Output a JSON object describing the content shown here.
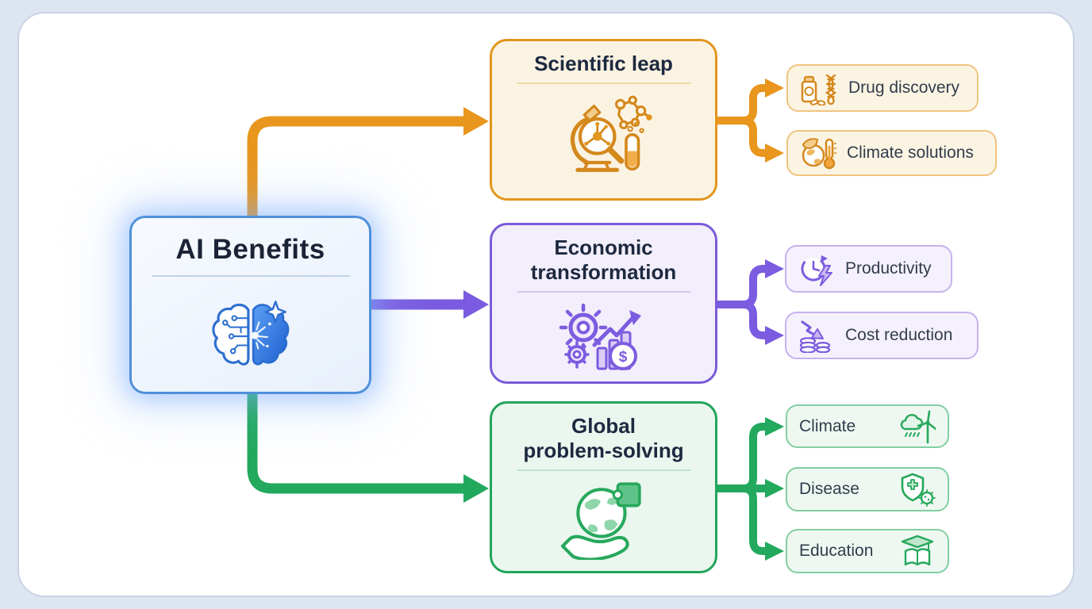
{
  "root": {
    "title": "AI Benefits",
    "icon": "ai-brain-icon",
    "border_color": "#4f90da",
    "glow_color": "#9cc2fa"
  },
  "branches": [
    {
      "title_lines": [
        "Scientific leap"
      ],
      "icon": "microscope-molecule-icon",
      "accent": "#e2961e",
      "fill": "#fbf3e2",
      "children": [
        {
          "label": "Drug discovery",
          "icon": "pill-bottle-dna-icon"
        },
        {
          "label": "Climate solutions",
          "icon": "globe-leaf-thermometer-icon"
        }
      ]
    },
    {
      "title_lines": [
        "Economic",
        "transformation"
      ],
      "icon": "gears-growth-chart-icon",
      "accent": "#7b5bd8",
      "fill": "#f3eefb",
      "children": [
        {
          "label": "Productivity",
          "icon": "clock-lightning-icon"
        },
        {
          "label": "Cost reduction",
          "icon": "coins-down-arrow-icon"
        }
      ]
    },
    {
      "title_lines": [
        "Global",
        "problem-solving"
      ],
      "icon": "hand-globe-puzzle-icon",
      "accent": "#23a55c",
      "fill": "#eaf6ee",
      "children": [
        {
          "label": "Climate",
          "icon": "rain-cloud-wind-turbine-icon"
        },
        {
          "label": "Disease",
          "icon": "shield-virus-icon"
        },
        {
          "label": "Education",
          "icon": "book-graduation-cap-icon"
        }
      ]
    }
  ],
  "colors": {
    "page_background": "#dde5f1",
    "card_background": "#ffffff",
    "card_border": "#c9d3e3",
    "arrow_orange": "#e8961d",
    "arrow_purple": "#7b5be0",
    "arrow_green": "#22a95d",
    "title_text": "#1d2940",
    "label_text": "#313c4c"
  }
}
